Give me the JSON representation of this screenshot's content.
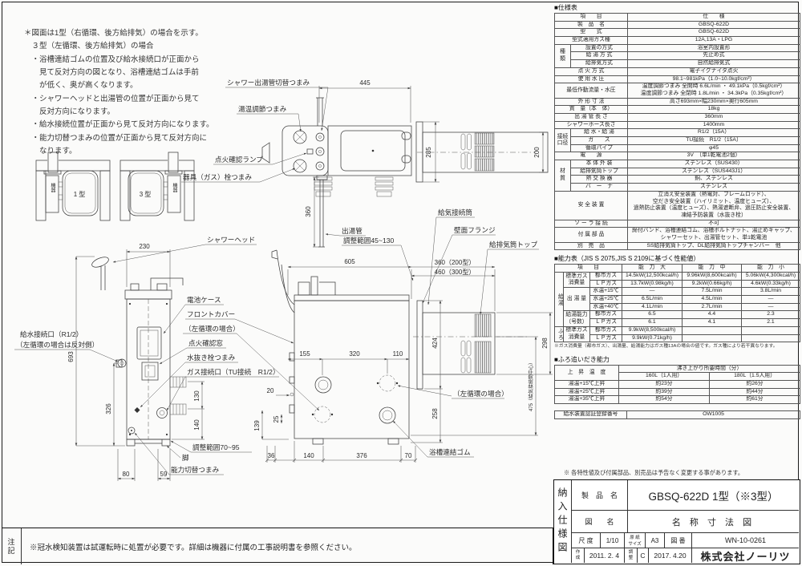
{
  "notes": {
    "text": "＊図面は1型（右循環、後方給排気）の場合を示す。\n　３型（左循環、後方給排気）の場合\n　・浴槽連結ゴムの位置及び給水接続口が正面から\n　　見て反対方向の図となり、浴槽連結ゴムは手前\n　　が低く、奥が高くなります。\n　・シャワーヘッドと出湯管の位置が正面から見て\n　　反対方向になります。\n　・給水接続位置が正面から見て反対方向になります。\n　・能力切替つまみの位置が正面から見て反対方向に\n　　なります。"
  },
  "spec": {
    "title": "■仕様表",
    "header": {
      "item": "項　　目",
      "value": "仕　　様"
    },
    "rows": {
      "name": {
        "l": "製　品　名",
        "v": "GBSQ-622D"
      },
      "model": {
        "l": "型　　式",
        "v": "GBSQ-622D"
      },
      "gas": {
        "l": "型式適用ガス種",
        "v": "12A,13A・LPG"
      },
      "group_kind": "種　類",
      "install": {
        "l": "設置の方式",
        "v": "浴室内設置形"
      },
      "supply": {
        "l": "給 湯 方 式",
        "v": "先止め式"
      },
      "exhaust": {
        "l": "給排気方式",
        "v": "自然給排気式"
      },
      "ignition": {
        "l": "点 火 方 式",
        "v": "電子イグナイタ点火"
      },
      "pressure": {
        "l": "使 用 水 圧",
        "v": "98.1~981kPa（1.0~10.0kgf/cm²）"
      },
      "minflow": {
        "l": "最低作動流量・水圧",
        "v": "温度調節つまみ 全開時 6.6L/min ・ 49.1kPa（0.5kgf/cm²）\n温度調節つまみ 全閉時 1.8L/min ・ 34.3kPa（0.35kgf/cm²）"
      },
      "size": {
        "l": "外 形 寸 法",
        "v": "高さ693mm×幅230mm×奥行605mm"
      },
      "weight": {
        "l": "質　量（本　体）",
        "v": "18kg"
      },
      "pipe_len": {
        "l": "出 湯 管 長 さ",
        "v": "360mm"
      },
      "hose_len": {
        "l": "シャワーホース長さ",
        "v": "1400mm"
      },
      "group_conn": "接続口径",
      "conn_water": {
        "l": "給 水・給 湯",
        "v": "R1/2（15A）"
      },
      "conn_gas": {
        "l": "ガ　　ス",
        "v": "TU接続　R1/2（15A）"
      },
      "conn_pipe": {
        "l": "循環パイプ",
        "v": "φ45"
      },
      "power": {
        "l": "電　　源",
        "v": "3V　（単1乾電池2個）"
      },
      "group_mat": "材　質",
      "mat_body": {
        "l": "本 体 外 装",
        "v": "ステンレス（SUS430）"
      },
      "mat_top": {
        "l": "給排気筒トップ",
        "v": "ステンレス（SUS443J1）"
      },
      "mat_hex": {
        "l": "熱 交 換 器",
        "v": "銅、ステンレス"
      },
      "mat_burner": {
        "l": "バ　ー　ナ",
        "v": "ステンレス"
      },
      "safety": {
        "l": "安 全 装 置",
        "v": "立消え安全装置（熱電対、フレームロッド）、\n空だき安全装置（ハイリミット、温度ヒューズ）、\n過熱防止装置（温度ヒューズ）、熱湯遮断弁、過圧防止安全装置、\n凍結予防装置（水抜き栓）"
      },
      "solar": {
        "l": "ソ ー ラ 接 続",
        "v": "不可"
      },
      "parts": {
        "l": "付 属 部 品",
        "v": "締付バンド、浴槽連結ゴム、浴槽ボルトナット、湯止めキャップ、\nシャワーセット、出湯管セット、単1乾電池"
      },
      "optional": {
        "l": "別　売　品",
        "v": "SS給排気筒トップ、DL給排気筒トップチャンバー　他"
      }
    }
  },
  "capacity": {
    "title": "■能力表（JIS S 2075,JIS S 2109に基づく性能値）",
    "header": {
      "item": "項　　目",
      "large": "能　力　大",
      "mid": "能　力　中",
      "small": "能　力　小"
    },
    "groups": {
      "kyuto": "給湯",
      "furo": "ふろ"
    },
    "rows": {
      "gas_label": "標準ガス\n消費量",
      "gas_city": {
        "sub": "都市ガス",
        "a": "14.5kW(12,500kcal/h)",
        "b": "9.96kW(8,600kcal/h)",
        "c": "5.06kW(4,300kcal/h)"
      },
      "gas_lp": {
        "sub": "ＬＰガス",
        "a": "13.7kW(0.98kg/h)",
        "b": "9.2kW(0.66kg/h)",
        "c": "4.6kW(0.33kg/h)"
      },
      "flow_label": "出 湯 量",
      "flow15": {
        "sub": "水温+15℃",
        "a": "―",
        "b": "7.5L/min",
        "c": "3.8L/min"
      },
      "flow25": {
        "sub": "水温+25℃",
        "a": "6.5L/min",
        "b": "4.5L/min",
        "c": "―"
      },
      "flow40": {
        "sub": "水温+40℃",
        "a": "4.1L/min",
        "b": "2.7L/min",
        "c": "―"
      },
      "cap_label": "給湯能力\n（号数）",
      "cap_city": {
        "sub": "都市ガス",
        "a": "6.5",
        "b": "4.4",
        "c": "2.3"
      },
      "cap_lp": {
        "sub": "ＬＰガス",
        "a": "6.1",
        "b": "4.1",
        "c": "2.1"
      },
      "furo_label": "標準ガス\n消費量",
      "furo_city": {
        "sub": "都市ガス",
        "a": "9.9kW(8,500kcal/h)"
      },
      "furo_lp": {
        "sub": "ＬＰガス",
        "a": "9.9kW(0.71kg/h)"
      }
    },
    "note": "※ガス消費量（都市ガス）、出湯量、給湯能力はガス種13Aの場合の値です。ガス種により若干異なります。"
  },
  "bath": {
    "title": "■ふろ追いだき能力",
    "header_temp": "上　昇　温　度",
    "header_time": "沸き上がり所要時間（分）",
    "col160": "160L（1人用）",
    "col180": "180L（1.5人用）",
    "rows": [
      {
        "l": "湯温+15℃上昇",
        "a": "約23分",
        "b": "約26分"
      },
      {
        "l": "湯温+25℃上昇",
        "a": "約39分",
        "b": "約44分"
      },
      {
        "l": "湯温+35℃上昇",
        "a": "約54分",
        "b": "約61分"
      }
    ],
    "cert_label": "給水装置認証登録番号",
    "cert_value": "OW1005"
  },
  "change_note": "※ 各特性値及び付属部品、別売品は予告なく変更する事があります。",
  "title_block": {
    "side_label": "納入仕様図",
    "product_label": "製　品　名",
    "product_value": "GBSQ-622D 1型（※3型）",
    "dwg_label": "図　　名",
    "dwg_value": "名 称 寸 法 図",
    "scale_label": "尺 度",
    "scale_value": "1/10",
    "paper_label": "原 紙\nサイズ",
    "paper_value": "A3",
    "no_label": "図 番",
    "no_value": "WN-10-0261",
    "created_label": "作\n成",
    "created_value": "2011. 2. 4",
    "adjusted_label": "調\n整",
    "adjusted_rev": "C",
    "adjusted_value": "2017. 4.20",
    "company": "株式会社ノーリツ"
  },
  "bottom_note": {
    "label": "注記",
    "text": "※冠水検知装置は試運転時に処置が必要です。詳細は機器に付属の工事説明書を参照ください。"
  },
  "drawing": {
    "dims": {
      "d445": "445",
      "d285": "285",
      "d200": "200",
      "d360": "360",
      "d230": "230",
      "d693": "693",
      "d326": "326",
      "d130": "130",
      "d140": "140",
      "d80": "80",
      "d59": "59",
      "d605": "605",
      "d360t": "360（200型）",
      "d460t": "460（300型）",
      "d424": "424",
      "d298": "298",
      "d155": "155",
      "d320": "320",
      "d110": "110",
      "d20": "20",
      "d25": "25",
      "d139": "139",
      "d36": "36",
      "d376": "376",
      "d70": "70",
      "d258": "258",
      "d475": "475（給気接続筒中心）"
    },
    "labels": {
      "shower_switch_knob": "シャワー出湯管切替つまみ",
      "temp_knob": "湯温調節つまみ",
      "pilot_lamp": "点火確認ランプ",
      "gas_cock_knob": "器具（ガス）栓つまみ",
      "outlet_pipe": "出湯管",
      "air_inlet_duct": "給気接続筒",
      "wall_flange": "壁面フランジ",
      "adj_range_top": "調整範囲45~130",
      "vent_top": "給排気筒トップ",
      "shower_head": "シャワーヘッド",
      "battery_case": "電池ケース",
      "front_cover": "フロントカバー",
      "left_circ_case": "（左循環の場合）",
      "pilot_window": "点火確認窓",
      "drain_plug_knob": "水抜き栓つまみ",
      "gas_connection": "ガス接続口（TU接続　R1/2）",
      "water_inlet_1": "給水接続口（R1/2）",
      "water_inlet_2": "（左循環の場合は反対側）",
      "adj_range_front": "調整範囲70~95",
      "leg": "脚",
      "capacity_knob": "能力切替つまみ",
      "left_circ_case2": "（左循環の場合）",
      "tub_rubber": "浴槽連結ゴム",
      "type1": "1型",
      "type3": "3型",
      "kiki": "機器"
    }
  }
}
